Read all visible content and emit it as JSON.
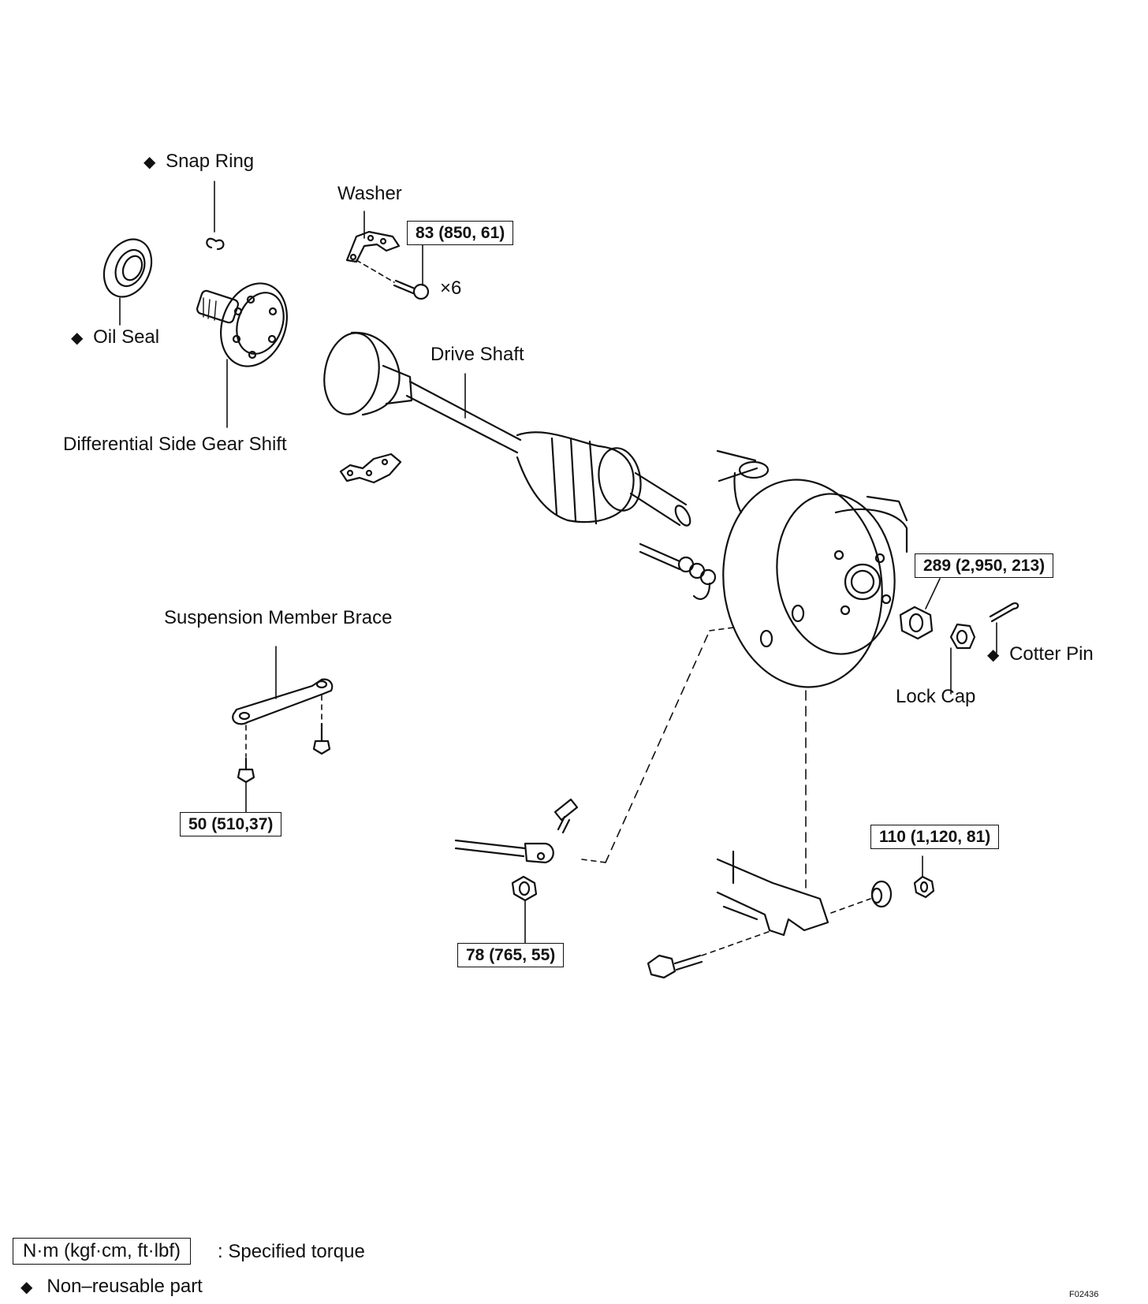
{
  "labels": {
    "snap_ring": "Snap Ring",
    "washer": "Washer",
    "oil_seal": "Oil Seal",
    "drive_shaft": "Drive Shaft",
    "diff_side_gear_shift": "Differential Side Gear Shift",
    "suspension_member_brace": "Suspension Member Brace",
    "cotter_pin": "Cotter Pin",
    "lock_cap": "Lock Cap",
    "x6": "×6"
  },
  "torques": {
    "washer_bolt": "83 (850, 61)",
    "hub_nut": "289 (2,950, 213)",
    "brace_bolt": "50 (510,37)",
    "arm_nut": "110 (1,120, 81)",
    "stabilizer_nut": "78 (765, 55)"
  },
  "legend": {
    "torque_unit": "N·m (kgf·cm, ft·lbf)",
    "torque_desc": ": Specified torque",
    "non_reusable": "Non–reusable part"
  },
  "figure_code": "F02436",
  "icons": [
    "non-reusable-diamond-icon"
  ]
}
